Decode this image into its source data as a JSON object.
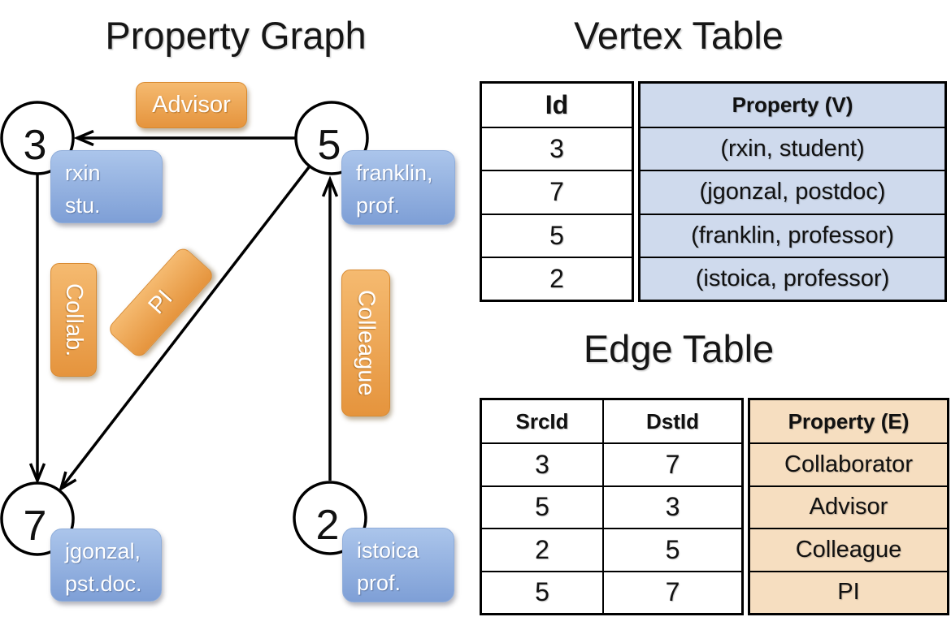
{
  "graph": {
    "title": "Property Graph",
    "nodes": [
      {
        "id": "3",
        "label_lines": [
          "rxin",
          "stu."
        ]
      },
      {
        "id": "5",
        "label_lines": [
          "franklin,",
          "prof."
        ]
      },
      {
        "id": "7",
        "label_lines": [
          "jgonzal,",
          "pst.doc."
        ]
      },
      {
        "id": "2",
        "label_lines": [
          "istoica",
          "prof."
        ]
      }
    ],
    "edge_labels": {
      "advisor": "Advisor",
      "collab": "Collab.",
      "pi": "PI",
      "colleague": "Colleague"
    },
    "edges": [
      {
        "src": "5",
        "dst": "3",
        "label": "Advisor"
      },
      {
        "src": "3",
        "dst": "7",
        "label": "Collab."
      },
      {
        "src": "5",
        "dst": "7",
        "label": "PI"
      },
      {
        "src": "2",
        "dst": "5",
        "label": "Colleague"
      }
    ]
  },
  "vertex_table": {
    "title": "Vertex Table",
    "columns": {
      "id": "Id",
      "property": "Property (V)"
    },
    "rows": [
      {
        "id": "3",
        "property": "(rxin, student)"
      },
      {
        "id": "7",
        "property": "(jgonzal, postdoc)"
      },
      {
        "id": "5",
        "property": "(franklin, professor)"
      },
      {
        "id": "2",
        "property": "(istoica, professor)"
      }
    ]
  },
  "edge_table": {
    "title": "Edge Table",
    "columns": {
      "src": "SrcId",
      "dst": "DstId",
      "property": "Property (E)"
    },
    "rows": [
      {
        "src": "3",
        "dst": "7",
        "property": "Collaborator"
      },
      {
        "src": "5",
        "dst": "3",
        "property": "Advisor"
      },
      {
        "src": "2",
        "dst": "5",
        "property": "Colleague"
      },
      {
        "src": "5",
        "dst": "7",
        "property": "PI"
      }
    ]
  },
  "colors": {
    "orange_top": "#f5ba70",
    "orange_bottom": "#e5943d",
    "orange_border": "#d8892f",
    "blue_top": "#abc5eb",
    "blue_bottom": "#7e9fd6",
    "blue_border": "#8fadda",
    "vertex_cell_bg": "#cfdaed",
    "edge_cell_bg": "#f6dec0"
  }
}
